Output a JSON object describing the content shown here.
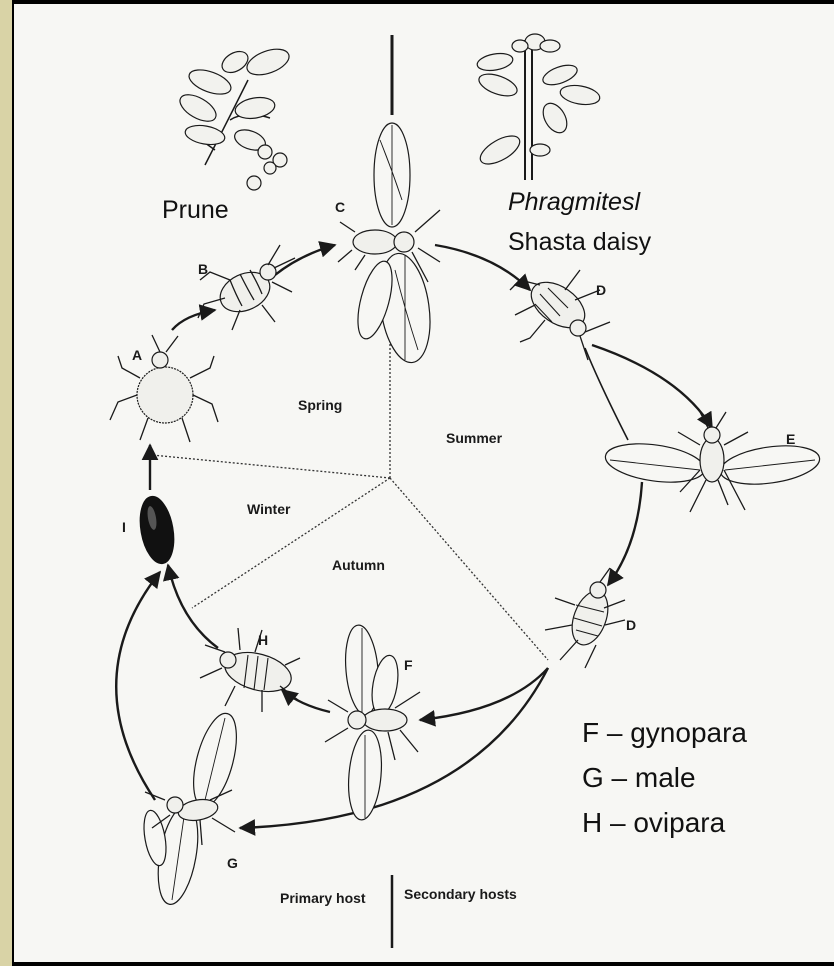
{
  "plants": {
    "primary": "Prune",
    "secondary_line1": "Phragmitesl",
    "secondary_line2": "Shasta daisy"
  },
  "seasons": {
    "spring": "Spring",
    "summer": "Summer",
    "winter": "Winter",
    "autumn": "Autumn"
  },
  "stages": {
    "a": "A",
    "b": "B",
    "c": "C",
    "d1": "D",
    "e": "E",
    "d2": "D",
    "f": "F",
    "g": "G",
    "h": "H",
    "i": "I"
  },
  "legend": {
    "f": "F – gynopara",
    "g": "G – male",
    "h": "H – ovipara"
  },
  "hosts": {
    "primary": "Primary host",
    "secondary": "Secondary hosts"
  },
  "colors": {
    "background": "#f7f7f4",
    "ink": "#1a1a1a",
    "frame": "#000000",
    "left_strip": "#d9d3a6"
  }
}
